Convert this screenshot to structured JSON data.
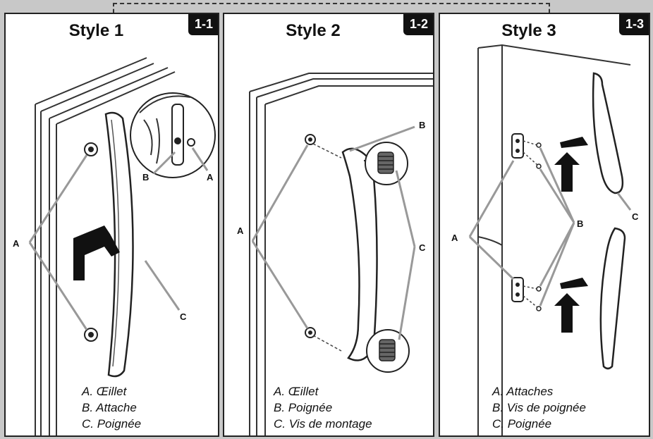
{
  "panels": [
    {
      "title": "Style 1",
      "badge": "1-1",
      "callouts": {
        "a1": "A",
        "a2": "A",
        "b": "B",
        "c": "C"
      },
      "legend": [
        "A. Œillet",
        "B. Attache",
        "C. Poignée"
      ]
    },
    {
      "title": "Style 2",
      "badge": "1-2",
      "callouts": {
        "a": "A",
        "b": "B",
        "c": "C"
      },
      "legend": [
        "A. Œillet",
        "B. Poignée",
        "C. Vis de montage"
      ]
    },
    {
      "title": "Style 3",
      "badge": "1-3",
      "callouts": {
        "a": "A",
        "b": "B",
        "c": "C"
      },
      "legend": [
        "A. Attaches",
        "B. Vis de poignée",
        "C. Poignée"
      ]
    }
  ]
}
